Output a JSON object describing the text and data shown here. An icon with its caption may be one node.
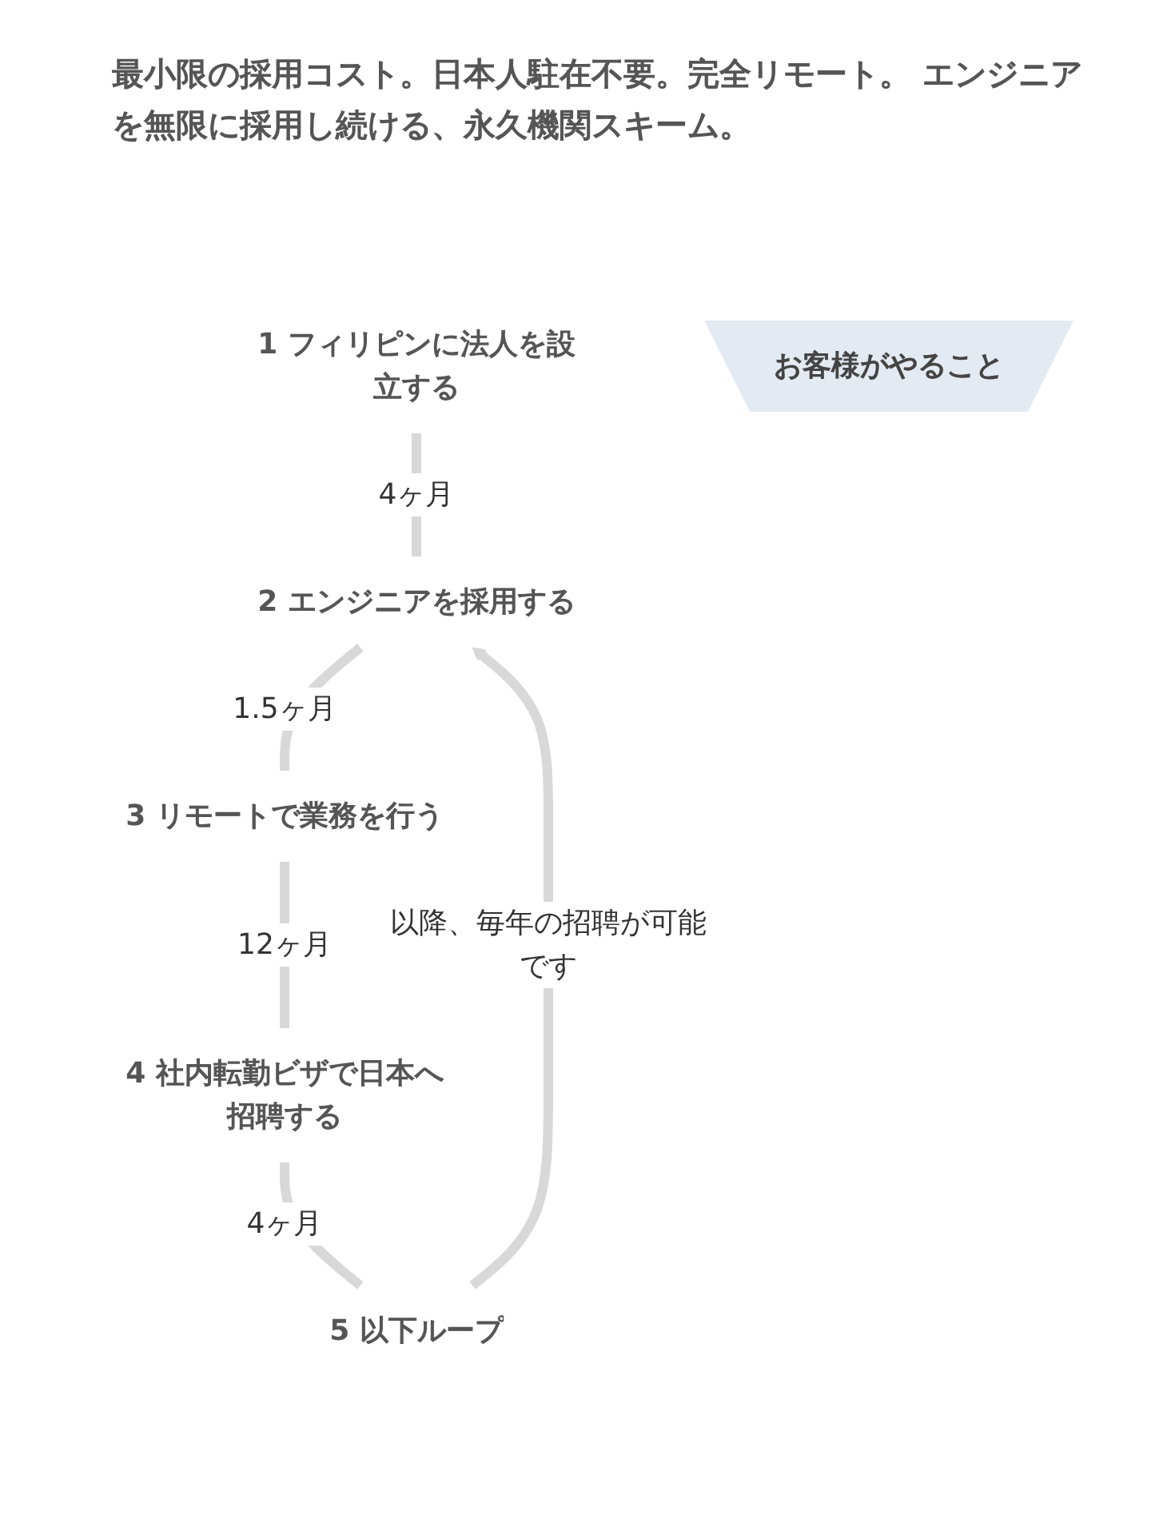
{
  "diagram": {
    "title": "最小限の採用コスト。日本人駐在不要。完全リモート。 エンジニアを無限に採用し続ける、永久機関スキーム。",
    "nodes": [
      {
        "text": [
          "1 フィリピンに法人を設立する"
        ]
      },
      {
        "text": [
          "2 エンジニアを採用する"
        ]
      },
      {
        "text": [
          "3 リモートで業務を行う"
        ]
      },
      {
        "text": [
          "4 社内転勤ビザで日本へ招聘する"
        ]
      },
      {
        "text": [
          "5 以下ループ"
        ]
      },
      {
        "text": [
          "お客様がやること"
        ]
      }
    ],
    "edges": [
      {
        "from": 0,
        "to": 1,
        "arrow": "none",
        "label": "4ヶ月"
      },
      {
        "from": 1,
        "to": 2,
        "arrow": "none",
        "label": "1.5ヶ月"
      },
      {
        "from": 2,
        "to": 3,
        "arrow": "none",
        "label": "12ヶ月"
      },
      {
        "from": 3,
        "to": 4,
        "arrow": "none",
        "label": "4ヶ月"
      },
      {
        "from": 4,
        "to": 1,
        "arrow": "to",
        "label": "以降、毎年の招聘が可能です"
      }
    ]
  }
}
